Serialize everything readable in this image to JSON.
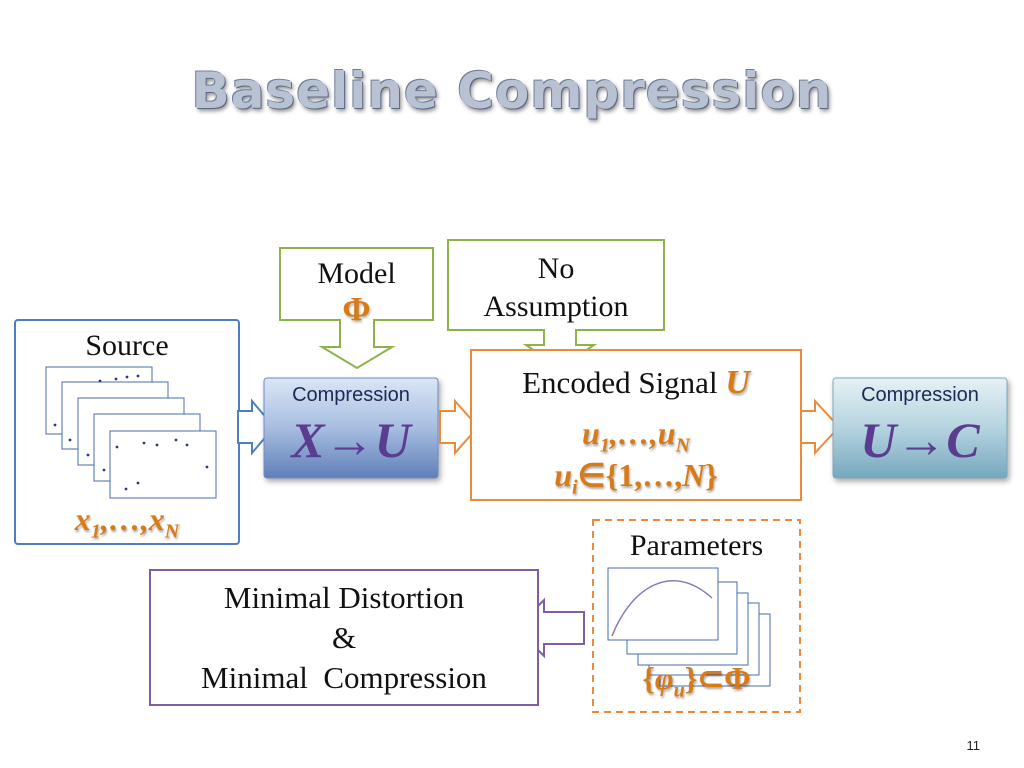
{
  "title": "Baseline Compression",
  "model_box": {
    "label": "Model",
    "symbol": "Φ"
  },
  "no_assumption_box": {
    "line1": "No",
    "line2": "Assumption"
  },
  "source_box": {
    "label": "Source",
    "math_main": "x",
    "math_sub1": "1",
    "math_mid": ",…,",
    "math_sub2": "N"
  },
  "compression_box_1": {
    "label": "Compression",
    "math": "X→U"
  },
  "encoded_box": {
    "label": "Encoded Signal",
    "label_symbol": "U",
    "line1_main": "u",
    "line1_sub1": "1",
    "line1_mid": ",…,",
    "line1_sub2": "N",
    "line2_u": "u",
    "line2_i": "i",
    "line2_rest": "∈{1,…,",
    "line2_N": "N",
    "line2_close": "}"
  },
  "compression_box_2": {
    "label": "Compression",
    "math": "U→C"
  },
  "parameters_box": {
    "label": "Parameters",
    "math_open": "{",
    "math_phi": "φ",
    "math_sub": "u",
    "math_close": "}⊂Φ"
  },
  "objective_box": {
    "line1": "Minimal Distortion",
    "line2": "&",
    "line3": "Minimal  Compression"
  },
  "page_number": "11",
  "colors": {
    "green": "#8cb34a",
    "blue": "#4d7ebf",
    "orange": "#ed8a37",
    "purple": "#7d5ea7",
    "dark_blue": "#2a3a8a",
    "math_purple": "#5a3d8f",
    "math_orange": "#d77b16"
  }
}
